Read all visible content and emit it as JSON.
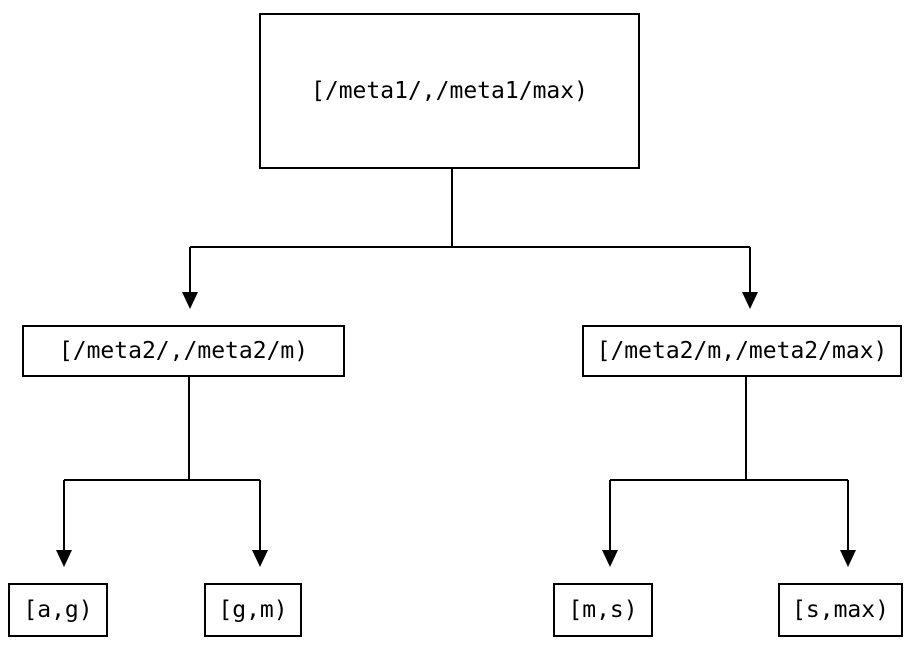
{
  "diagram": {
    "type": "tree",
    "colors": {
      "background": "#ffffff",
      "line": "#000000",
      "node_fill": "#ffffff",
      "node_border": "#000000",
      "text": "#000000"
    },
    "nodes": {
      "root": {
        "label": "[/meta1/,/meta1/max)"
      },
      "left": {
        "label": "[/meta2/,/meta2/m)"
      },
      "right": {
        "label": "[/meta2/m,/meta2/max)"
      },
      "leaf_ag": {
        "label": "[a,g)"
      },
      "leaf_gm": {
        "label": "[g,m)"
      },
      "leaf_ms": {
        "label": "[m,s)"
      },
      "leaf_smax": {
        "label": "[s,max)"
      }
    },
    "edges": [
      {
        "from": "root",
        "to": [
          "left",
          "right"
        ]
      },
      {
        "from": "left",
        "to": [
          "leaf_ag",
          "leaf_gm"
        ]
      },
      {
        "from": "right",
        "to": [
          "leaf_ms",
          "leaf_smax"
        ]
      }
    ]
  }
}
